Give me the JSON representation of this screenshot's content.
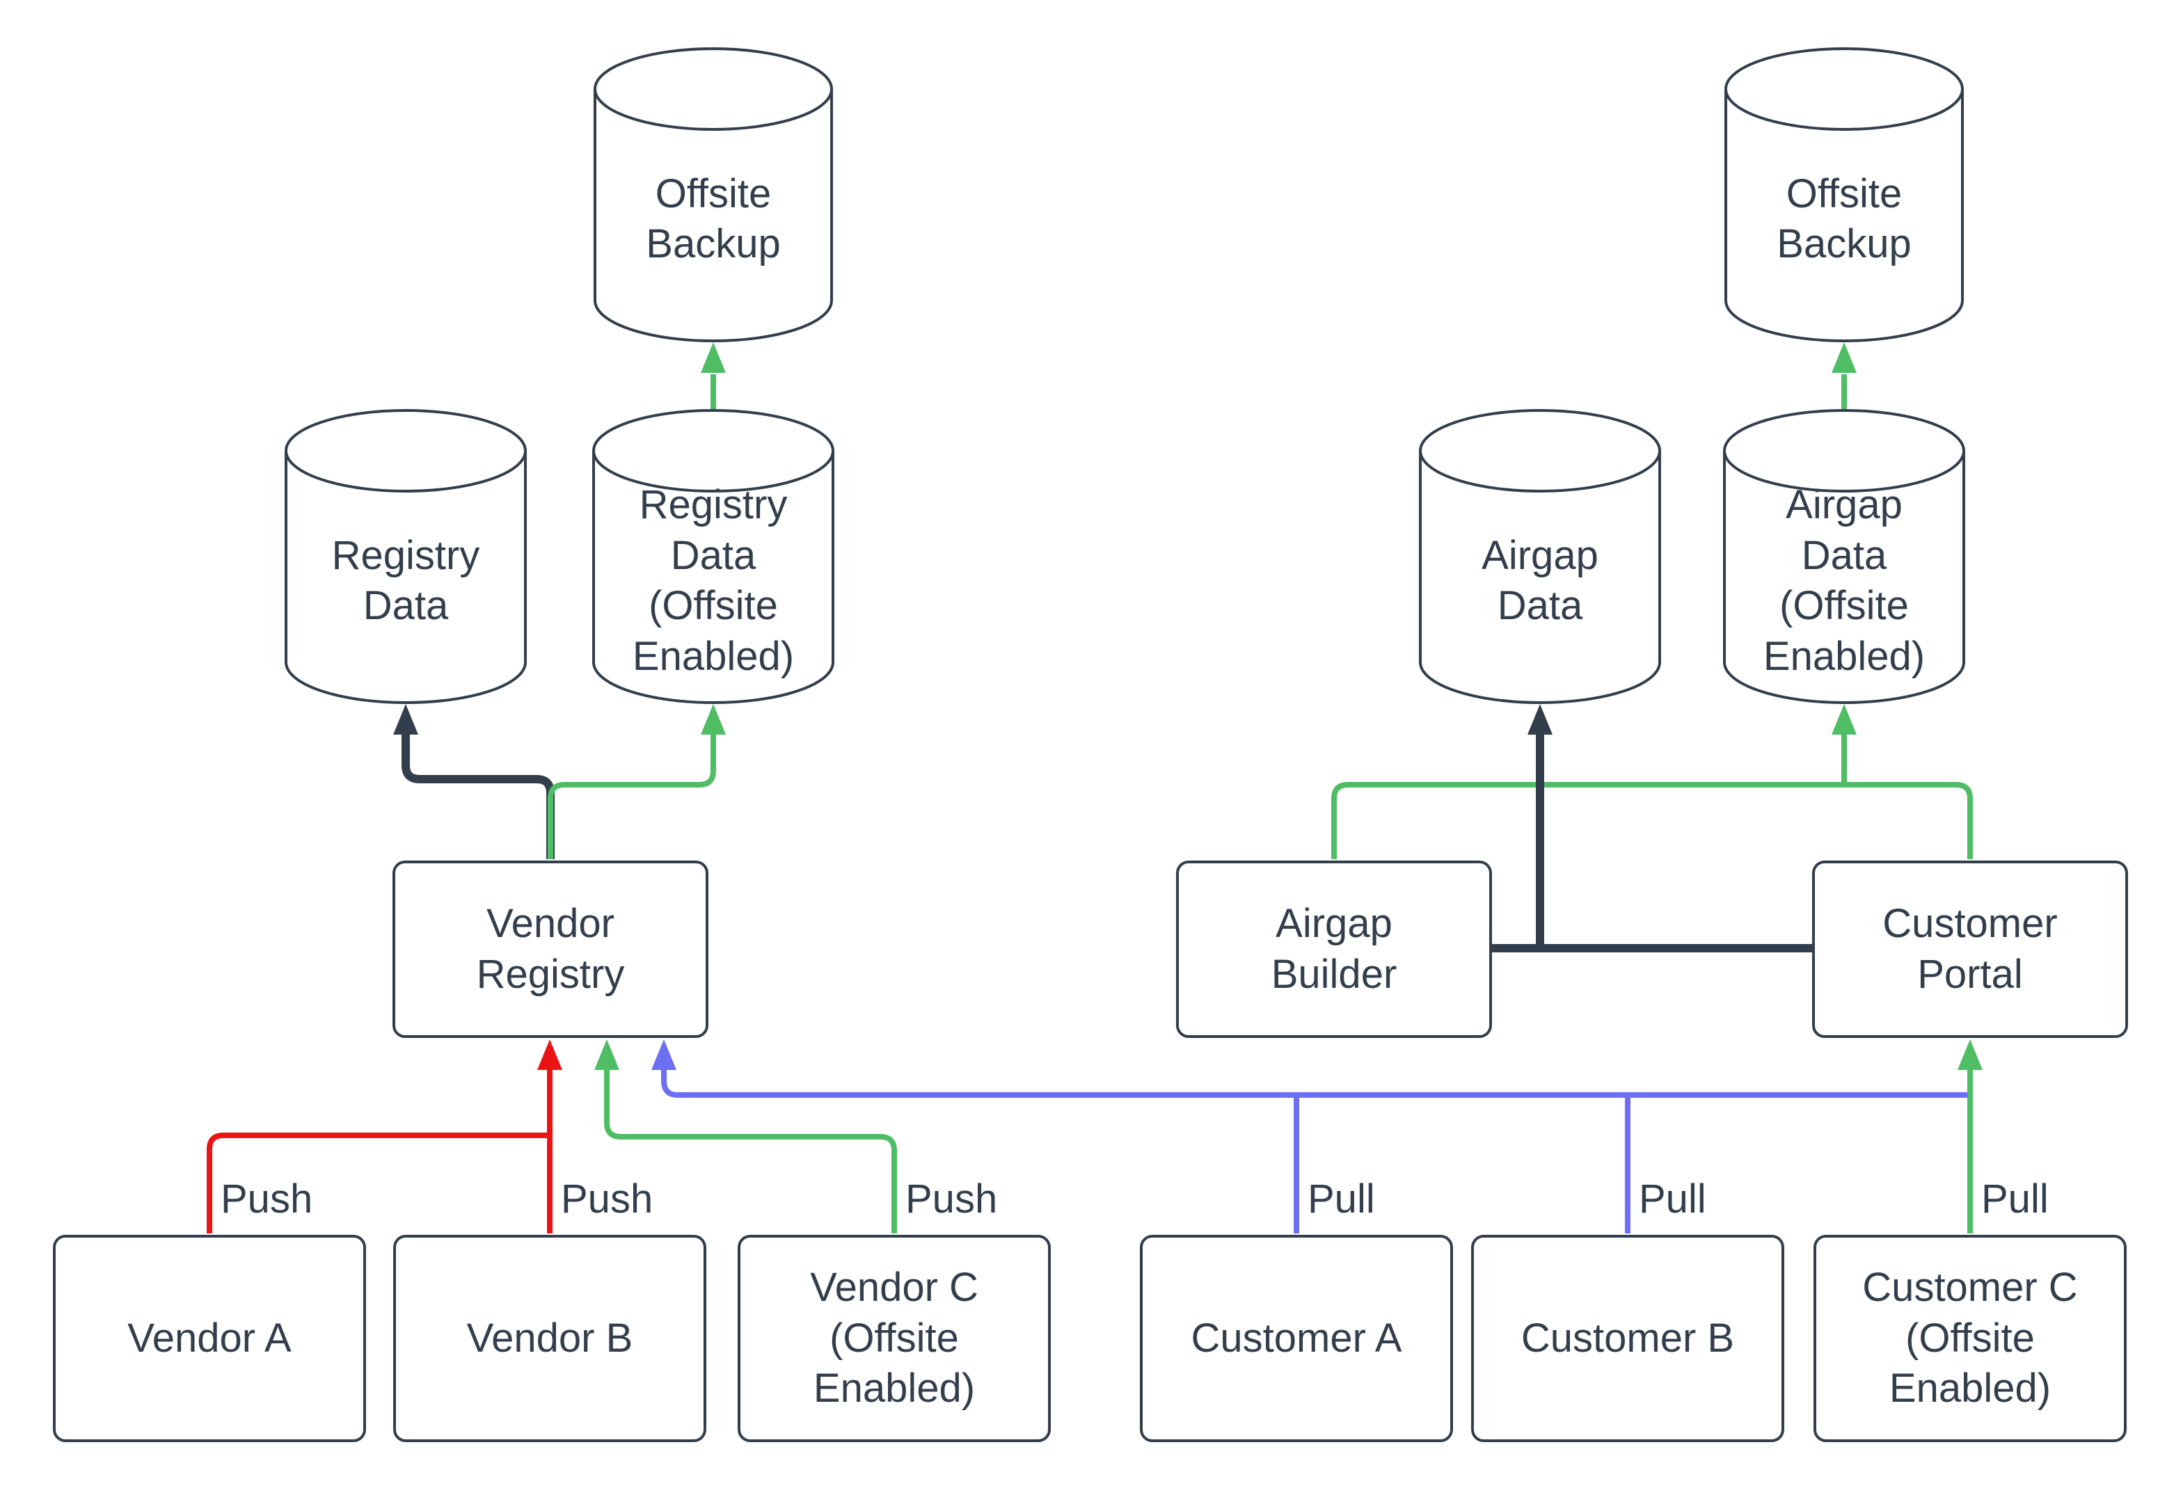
{
  "colors": {
    "ink": "#333e4c",
    "green": "#4fbd63",
    "red": "#ea1414",
    "blue": "#6e6ef3",
    "background": "#ffffff"
  },
  "nodes": {
    "offsite_backup_left": {
      "label": "Offsite Backup",
      "shape": "cylinder"
    },
    "registry_data": {
      "label": "Registry Data",
      "shape": "cylinder"
    },
    "registry_data_offsite": {
      "label": "Registry Data (Offsite Enabled)",
      "shape": "cylinder"
    },
    "airgap_data": {
      "label": "Airgap Data",
      "shape": "cylinder"
    },
    "airgap_data_offsite": {
      "label": "Airgap Data (Offsite Enabled)",
      "shape": "cylinder"
    },
    "offsite_backup_right": {
      "label": "Offsite Backup",
      "shape": "cylinder"
    },
    "vendor_registry": {
      "label": "Vendor Registry",
      "shape": "box"
    },
    "airgap_builder": {
      "label": "Airgap Builder",
      "shape": "box"
    },
    "customer_portal": {
      "label": "Customer Portal",
      "shape": "box"
    },
    "vendor_a": {
      "label": "Vendor A",
      "shape": "box"
    },
    "vendor_b": {
      "label": "Vendor B",
      "shape": "box"
    },
    "vendor_c": {
      "label": "Vendor C (Offsite Enabled)",
      "shape": "box"
    },
    "customer_a": {
      "label": "Customer A",
      "shape": "box"
    },
    "customer_b": {
      "label": "Customer B",
      "shape": "box"
    },
    "customer_c": {
      "label": "Customer C (Offsite Enabled)",
      "shape": "box"
    }
  },
  "flow_labels": {
    "vendor_a": "Push",
    "vendor_b": "Push",
    "vendor_c": "Push",
    "customer_a": "Pull",
    "customer_b": "Pull",
    "customer_c": "Pull"
  },
  "edges": [
    {
      "from": "Vendor A",
      "to": "Vendor Registry",
      "color": "red",
      "label": "Push"
    },
    {
      "from": "Vendor B",
      "to": "Vendor Registry",
      "color": "red",
      "label": "Push"
    },
    {
      "from": "Vendor C (Offsite Enabled)",
      "to": "Vendor Registry",
      "color": "green",
      "label": "Push"
    },
    {
      "from": "Customer A",
      "to": "Vendor Registry",
      "color": "blue",
      "label": "Pull"
    },
    {
      "from": "Customer B",
      "to": "Vendor Registry",
      "color": "blue",
      "label": "Pull"
    },
    {
      "from": "Customer C (Offsite Enabled)",
      "to": "Customer Portal",
      "color": "green",
      "label": "Pull"
    },
    {
      "from": "Vendor Registry",
      "to": "Registry Data",
      "color": "ink"
    },
    {
      "from": "Vendor Registry",
      "to": "Registry Data (Offsite Enabled)",
      "color": "green"
    },
    {
      "from": "Registry Data (Offsite Enabled)",
      "to": "Offsite Backup",
      "color": "green"
    },
    {
      "from": "Airgap Builder",
      "to": "Airgap Data",
      "color": "ink"
    },
    {
      "from": "Customer Portal",
      "to": "Airgap Data",
      "color": "ink"
    },
    {
      "from": "Customer Portal",
      "to": "Airgap Builder",
      "color": "green"
    },
    {
      "from": "Customer Portal",
      "to": "Airgap Data (Offsite Enabled)",
      "color": "green"
    },
    {
      "from": "Airgap Data (Offsite Enabled)",
      "to": "Offsite Backup",
      "color": "green"
    }
  ]
}
